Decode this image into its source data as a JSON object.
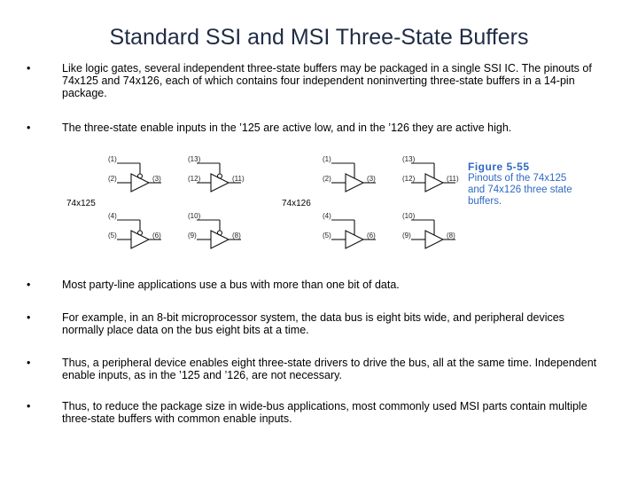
{
  "title": "Standard SSI and MSI Three-State Buffers",
  "bullets": [
    "Like logic gates, several independent three-state buffers may be packaged in a single SSI IC. The pinouts of 74x125 and 74x126, each of which contains four independent noninverting three-state buffers in a 14-pin package.",
    "The three-state enable inputs in the ’125 are active low, and in the ’126 they are active high.",
    "Most party-line applications use a bus with more than one bit of data.",
    "For example, in an 8-bit microprocessor system, the data bus is eight bits wide, and peripheral devices normally place data on the bus eight bits at a time.",
    "Thus, a peripheral device enables eight three-state drivers to drive the bus, all at the same time. Independent enable inputs, as in the ’125 and ’126, are not necessary.",
    "Thus, to reduce the package size in wide-bus applications, most commonly used MSI parts contain multiple three-state buffers with common enable inputs."
  ],
  "bullet_char": "•",
  "figure": {
    "chip_125": "74x125",
    "chip_126": "74x126",
    "pins_125": [
      {
        "en": "(1)",
        "in": "(2)",
        "out": "(3)"
      },
      {
        "en": "(13)",
        "in": "(12)",
        "out": "(11)"
      },
      {
        "en": "(4)",
        "in": "(5)",
        "out": "(6)"
      },
      {
        "en": "(10)",
        "in": "(9)",
        "out": "(8)"
      }
    ],
    "pins_126": [
      {
        "en": "(1)",
        "in": "(2)",
        "out": "(3)"
      },
      {
        "en": "(13)",
        "in": "(12)",
        "out": "(11)"
      },
      {
        "en": "(4)",
        "in": "(5)",
        "out": "(6)"
      },
      {
        "en": "(10)",
        "in": "(9)",
        "out": "(8)"
      }
    ],
    "caption_title": "Figure 5-55",
    "caption_text": "Pinouts of the 74x125 and 74x126 three state buffers."
  }
}
